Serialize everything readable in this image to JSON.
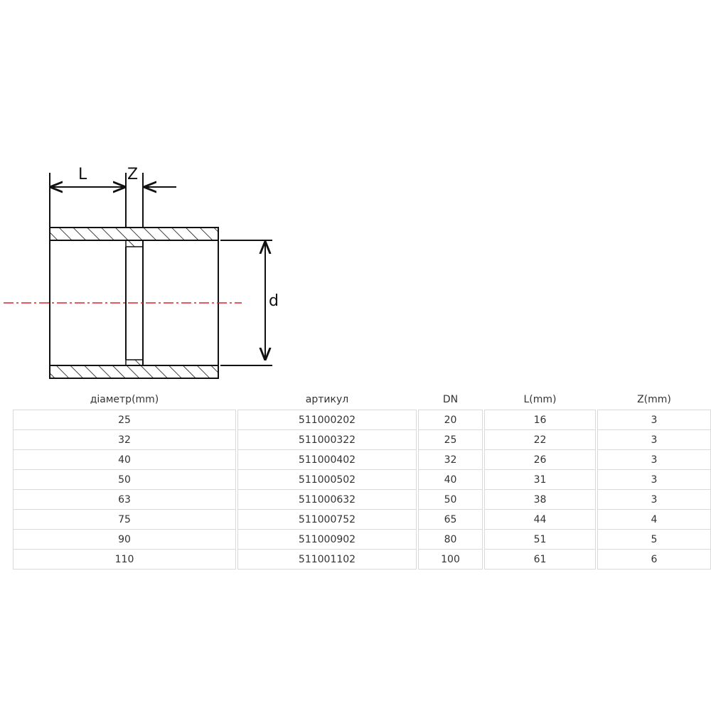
{
  "drawing": {
    "labels": {
      "length": "L",
      "gap": "Z",
      "diameter": "d"
    },
    "colors": {
      "lines": "#111111",
      "axis": "#e0202a"
    }
  },
  "table": {
    "headers": [
      "діаметр(mm)",
      "артикул",
      "DN",
      "L(mm)",
      "Z(mm)"
    ],
    "rows": [
      [
        "25",
        "511000202",
        "20",
        "16",
        "3"
      ],
      [
        "32",
        "511000322",
        "25",
        "22",
        "3"
      ],
      [
        "40",
        "511000402",
        "32",
        "26",
        "3"
      ],
      [
        "50",
        "511000502",
        "40",
        "31",
        "3"
      ],
      [
        "63",
        "511000632",
        "50",
        "38",
        "3"
      ],
      [
        "75",
        "511000752",
        "65",
        "44",
        "4"
      ],
      [
        "90",
        "511000902",
        "80",
        "51",
        "5"
      ],
      [
        "110",
        "511001102",
        "100",
        "61",
        "6"
      ]
    ]
  }
}
